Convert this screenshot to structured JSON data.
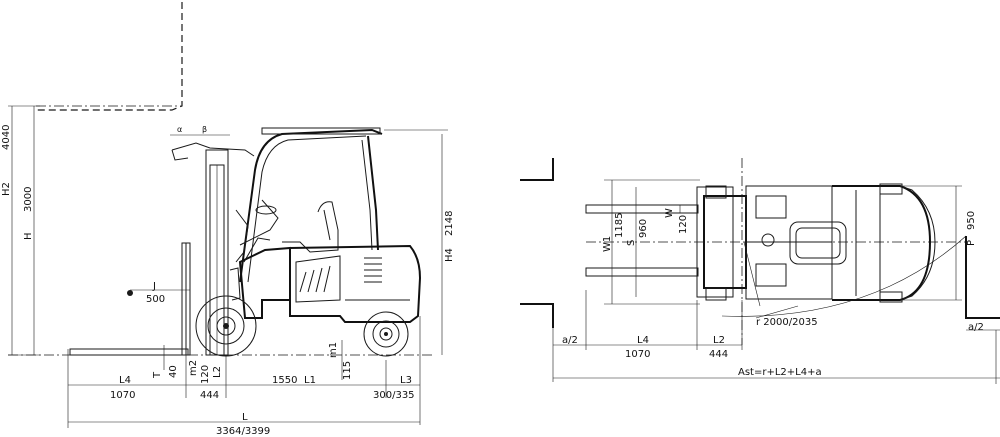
{
  "side_view": {
    "H2": "H2",
    "H2_val": "4040",
    "H": "H",
    "H_val": "3000",
    "H4": "H4",
    "H4_val": "2148",
    "J": "J",
    "J_val": "500",
    "T": "T",
    "T_val": "40",
    "m2": "m2",
    "m2_val": "120",
    "L2": "L2",
    "L2_val": "444",
    "L4": "L4",
    "L4_val": "1070",
    "L1": "L1",
    "L1_val": "1550",
    "m1": "m1",
    "m1_val": "115",
    "L3": "L3",
    "L3_val": "300/335",
    "L": "L",
    "L_val": "3364/3399",
    "alpha": "α",
    "beta": "β"
  },
  "top_view": {
    "W1": "W1",
    "W1_val": "1185",
    "S": "S",
    "S_val": "960",
    "W": "W",
    "W_val": "120",
    "P": "P",
    "P_val": "950",
    "a_half_left": "a/2",
    "a_half_right": "a/2",
    "L4": "L4",
    "L4_val": "1070",
    "L2": "L2",
    "L2_val": "444",
    "r": "r 2000/2035",
    "Ast": "Ast=r+L2+L4+a"
  }
}
